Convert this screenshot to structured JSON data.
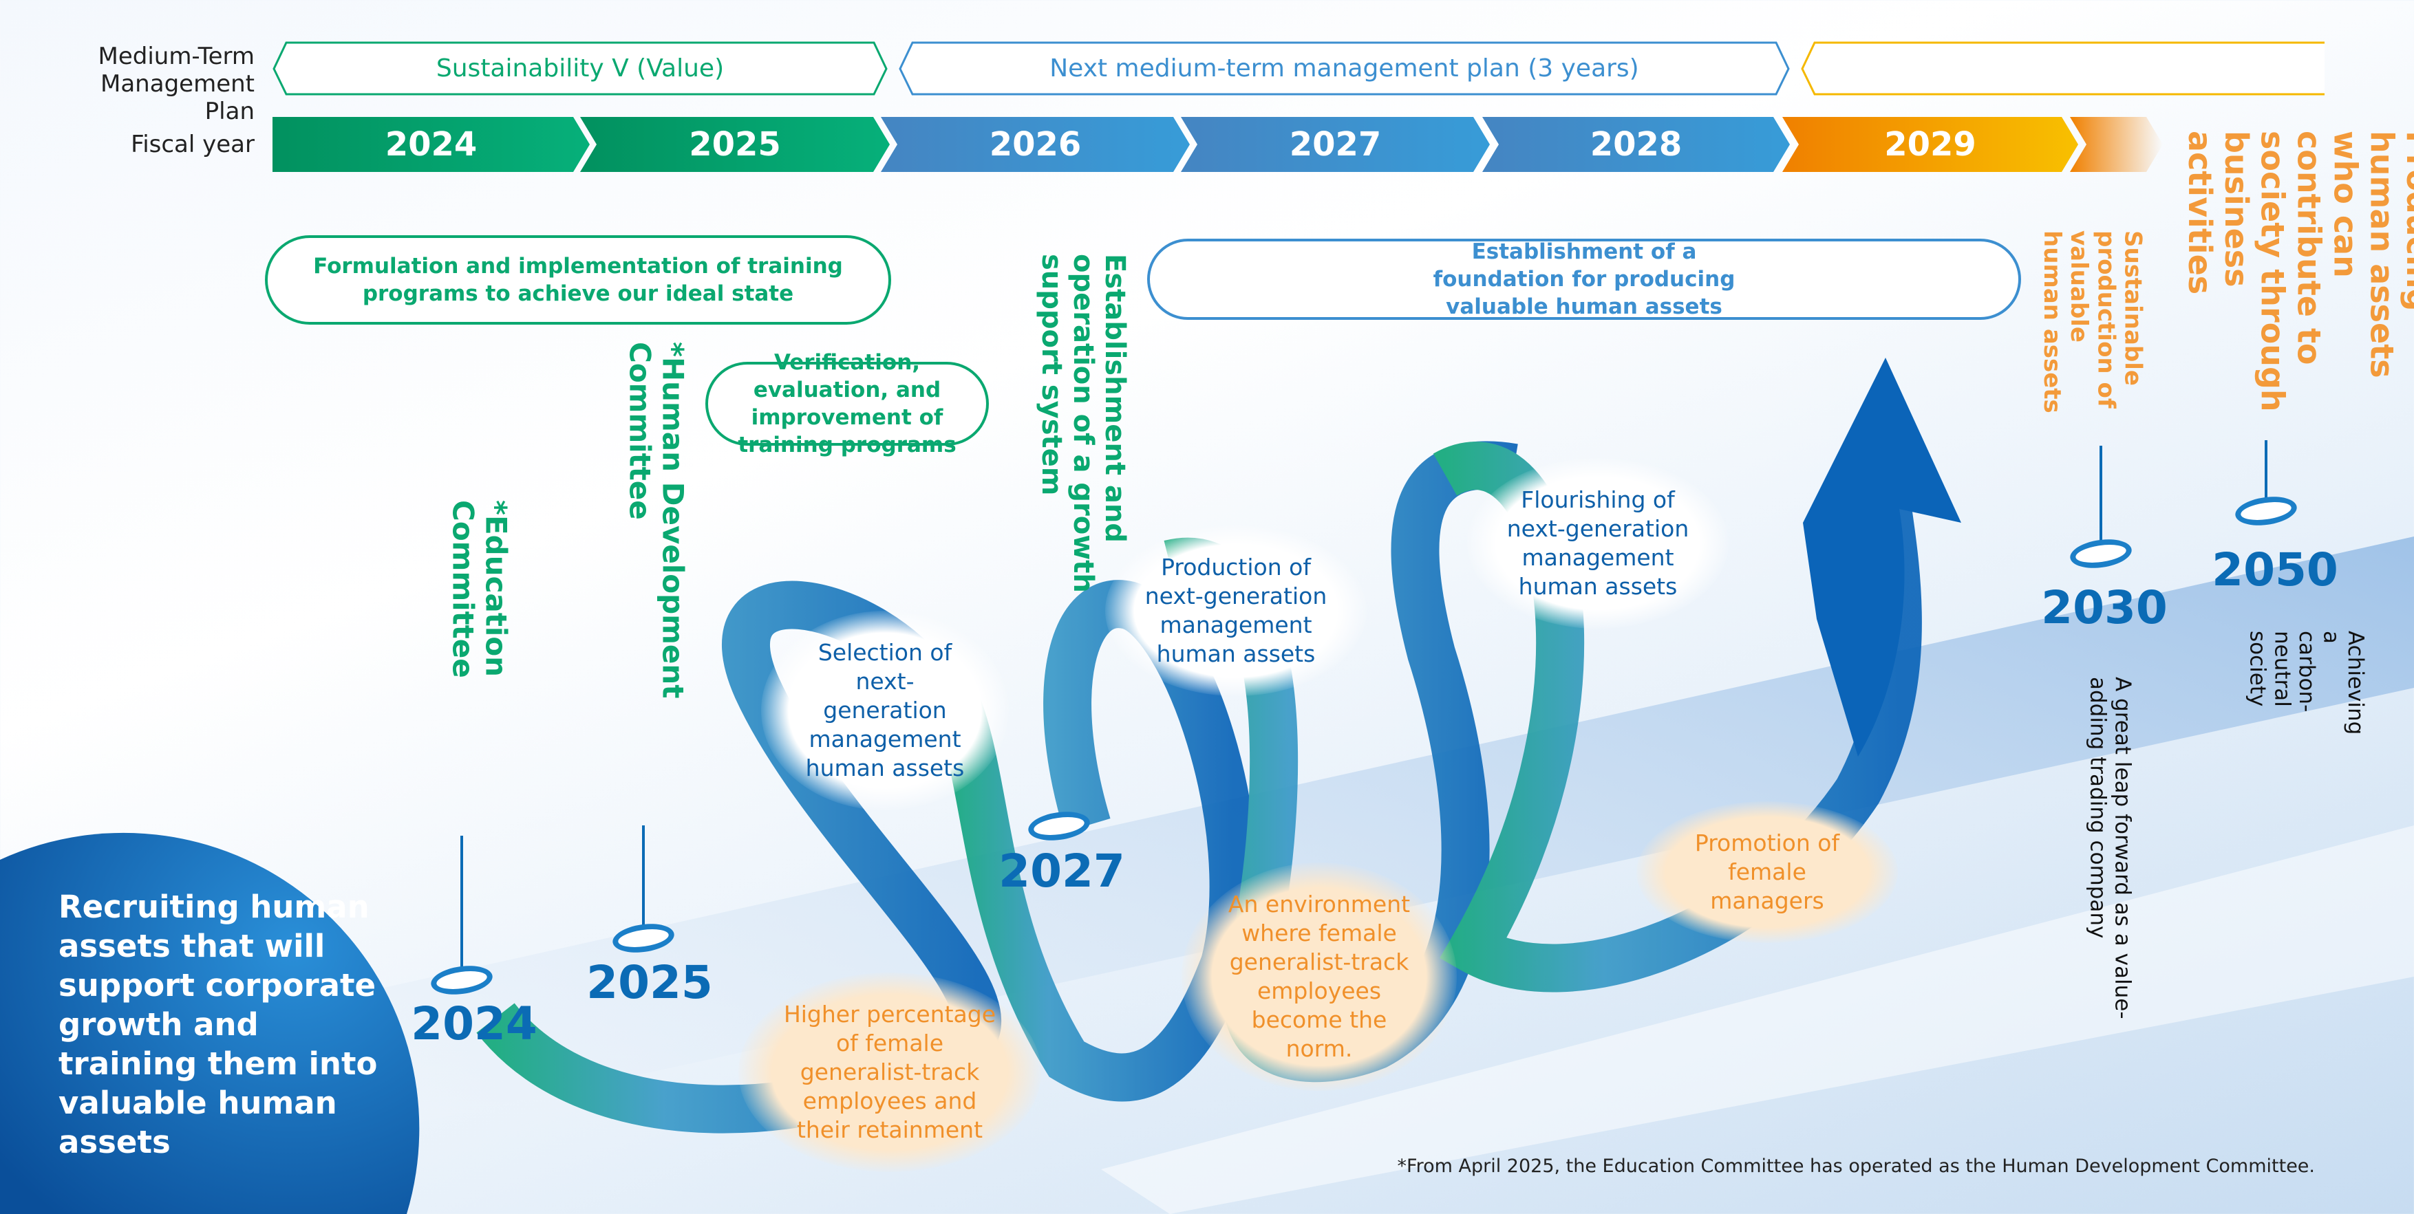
{
  "header": {
    "plan_label": "Medium-Term Management Plan",
    "fiscal_label": "Fiscal year"
  },
  "plans": [
    {
      "label": "Sustainability V (Value)",
      "color": "#0aa870"
    },
    {
      "label": "Next medium-term management plan (3 years)",
      "color": "#3c8fd0"
    },
    {
      "label": "",
      "color": "#f5b800"
    }
  ],
  "fiscal_years": [
    "2024",
    "2025",
    "2026",
    "2027",
    "2028",
    "2029"
  ],
  "programs": {
    "formulation": "Formulation and implementation of training programs to achieve our ideal state",
    "verification": "Verification, evaluation, and improvement of training programs",
    "foundation": "Establishment of a foundation for producing valuable human assets"
  },
  "milestones": [
    {
      "year": "2024",
      "text": "*Education Committee"
    },
    {
      "year": "2025",
      "text": "*Human Development Committee"
    },
    {
      "year": "2027",
      "text": "Establishment and operation of a growth support system"
    },
    {
      "year": "2030",
      "goal": "Sustainable production of valuable human assets",
      "desc": "A great leap forward as a value-adding trading company"
    },
    {
      "year": "2050",
      "goal": "Producing human assets who can contribute to society through business activities",
      "desc": "Achieving a carbon-neutral society"
    }
  ],
  "start_text": "Recruiting human assets that will support corporate growth and training them into valuable human assets",
  "bubbles_blue": [
    "Selection of next-generation management human assets",
    "Production of next-generation management human assets",
    "Flourishing of next-generation management human assets"
  ],
  "bubbles_orange": [
    "Higher percentage of female generalist-track employees and their retainment",
    "An environment where female generalist-track employees become the norm.",
    "Promotion of female managers"
  ],
  "footnote": "*From April 2025, the Education Committee has operated as the Human Development Committee."
}
